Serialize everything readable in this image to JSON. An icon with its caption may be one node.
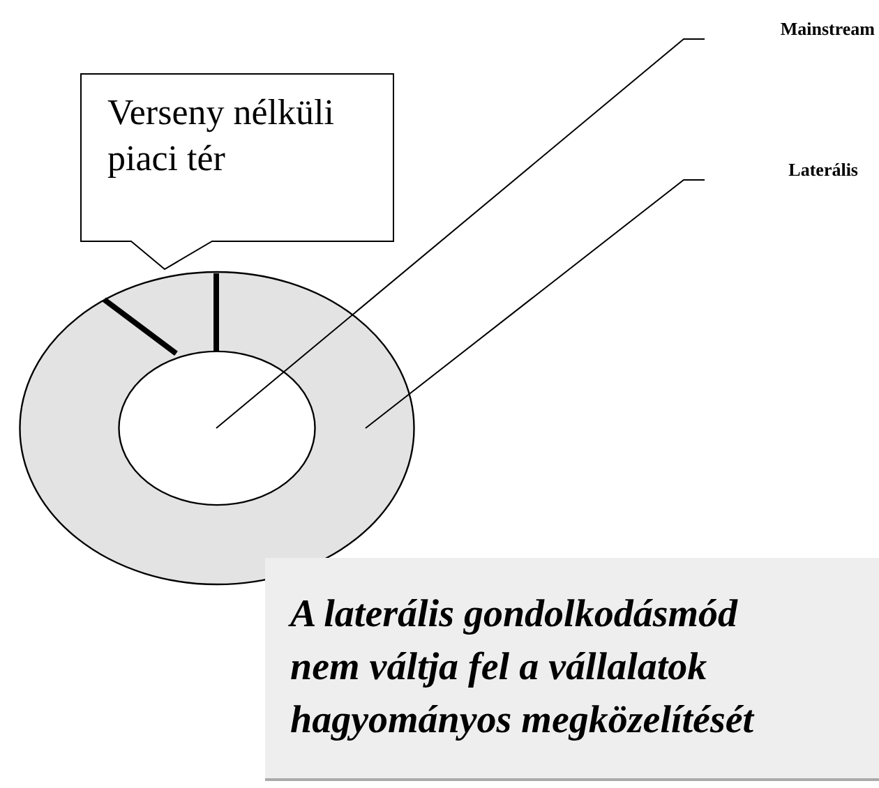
{
  "diagram": {
    "nodes": [
      {
        "text": [
          "Verseny nélküli piaci tér"
        ]
      },
      {
        "text": [
          "Mainstream"
        ]
      },
      {
        "text": [
          "Laterális"
        ]
      },
      {
        "text": [],
        "shape": "circle"
      },
      {
        "text": [],
        "shape": "circle",
        "in": 3
      },
      {
        "text": [
          "A laterális gondolkodásmód nem váltja fel a vállalatok hagyományos megközelítését"
        ]
      }
    ],
    "edges": [
      {
        "from": 1,
        "to": 4,
        "arrow": "none"
      },
      {
        "from": 2,
        "to": 3,
        "arrow": "none"
      }
    ]
  }
}
